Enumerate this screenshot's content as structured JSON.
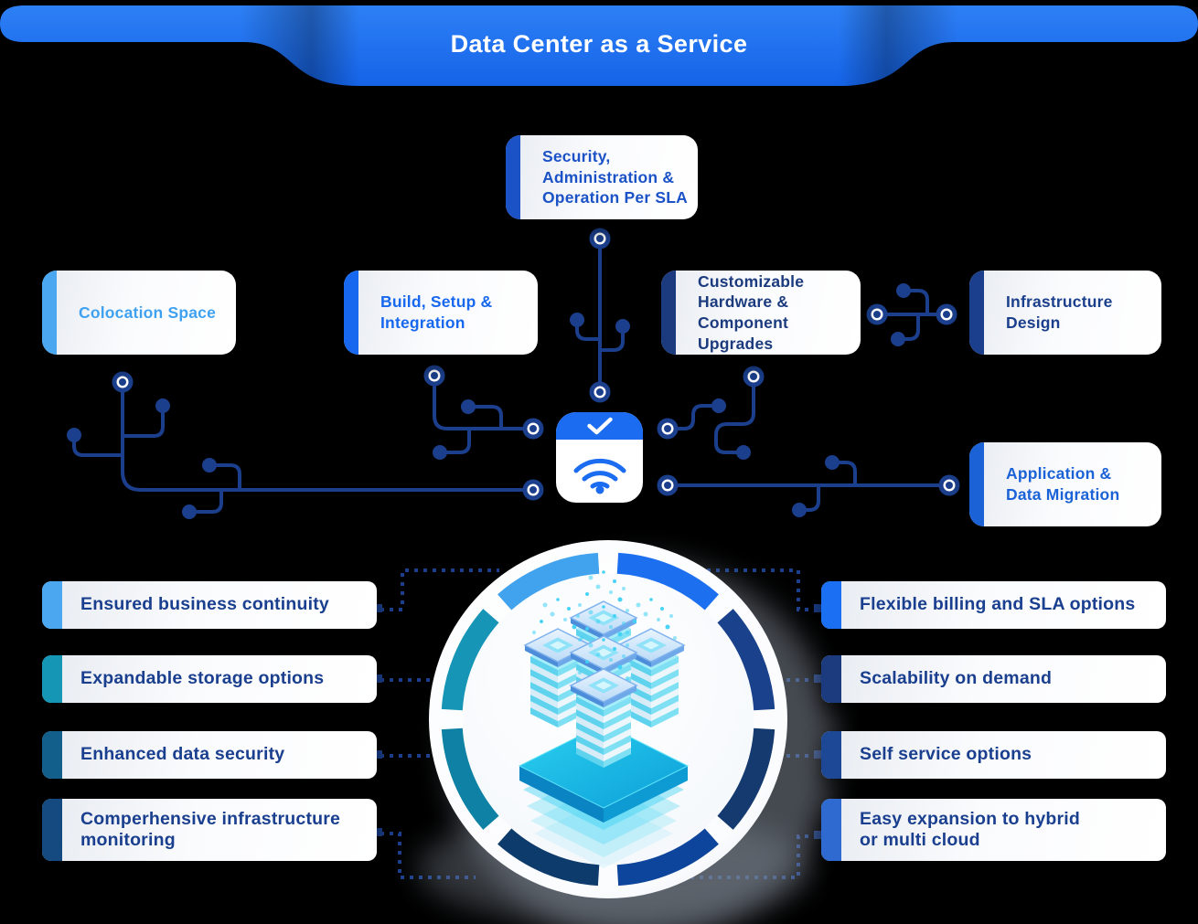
{
  "title": "Data Center as a Service",
  "services": [
    {
      "id": "security",
      "label": "Security,\nAdministration &\nOperation Per SLA",
      "accent": "#1B52C6",
      "text_color": "#1B52C6"
    },
    {
      "id": "colocation",
      "label": "Colocation Space",
      "accent": "#4BA7F0",
      "text_color": "#3FA1F0"
    },
    {
      "id": "build",
      "label": "Build, Setup &\nIntegration",
      "accent": "#1768EE",
      "text_color": "#1768EE"
    },
    {
      "id": "customizable",
      "label": "Customizable\nHardware &\nComponent  Upgrades",
      "accent": "#1B3B7E",
      "text_color": "#1B3B7E"
    },
    {
      "id": "infrastructure",
      "label": "Infrastructure\nDesign",
      "accent": "#1B3F8C",
      "text_color": "#1B3F8C"
    },
    {
      "id": "application",
      "label": "Application &\nData Migration",
      "accent": "#1B62D6",
      "text_color": "#1B62D6"
    }
  ],
  "benefits_left": [
    {
      "label": "Ensured business continuity",
      "accent": "#4BA7F0"
    },
    {
      "label": "Expandable storage options",
      "accent": "#1596B4"
    },
    {
      "label": "Enhanced data security",
      "accent": "#135F8C"
    },
    {
      "label": "Comperhensive infrastructure\nmonitoring",
      "accent": "#154A80"
    }
  ],
  "benefits_right": [
    {
      "label": "Flexible billing and SLA options",
      "accent": "#1A6FF2"
    },
    {
      "label": "Scalability on demand",
      "accent": "#1B3B7E"
    },
    {
      "label": "Self service options",
      "accent": "#1D4896"
    },
    {
      "label": "Easy expansion to hybrid\nor multi cloud",
      "accent": "#2E6AD0"
    }
  ],
  "benefit_text_color": "#1A3F8F",
  "colors": {
    "background": "#000000",
    "banner_blue": "#1B6CF0",
    "circuit_line": "#1B3F8C"
  },
  "icons": {
    "center_check": "checkmark-icon",
    "center_wifi": "wifi-icon",
    "node": "circuit-node-icon"
  },
  "ring_segments": [
    "#1C70F0",
    "#1A418C",
    "#143A70",
    "#0E459C",
    "#0D3B6C",
    "#0E81A4",
    "#1695B6",
    "#41A3EE"
  ]
}
